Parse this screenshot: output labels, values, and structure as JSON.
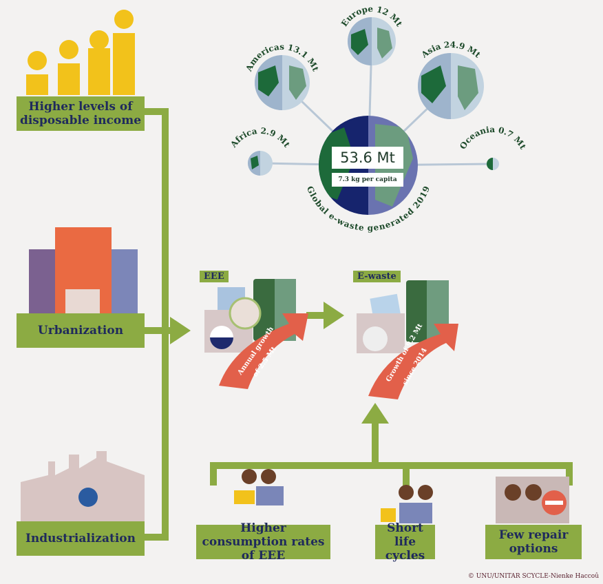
{
  "drivers": [
    {
      "label": "Higher levels of disposable income"
    },
    {
      "label": "Urbanization"
    },
    {
      "label": "Industrialization"
    }
  ],
  "globes": {
    "global": {
      "value": "53.6 Mt",
      "per_capita": "7.3 kg per capita",
      "caption": "Global e-waste generated 2019"
    },
    "regions": [
      {
        "label": "Americas 13.1 Mt"
      },
      {
        "label": "Europe 12 Mt"
      },
      {
        "label": "Asia 24.9 Mt"
      },
      {
        "label": "Africa 2.9 Mt"
      },
      {
        "label": "Oceania 0.7 Mt"
      }
    ]
  },
  "flow": {
    "eee_label": "EEE",
    "ewaste_label": "E-waste",
    "eee_growth": [
      "Annual growth",
      "of 2.5 Mt"
    ],
    "ewaste_growth": [
      "Growth of 9.2 Mt",
      "since 2014"
    ]
  },
  "causes": [
    {
      "label": "Higher consumption rates of EEE"
    },
    {
      "label": "Short life cycles"
    },
    {
      "label": "Few repair options"
    }
  ],
  "credit": "© UNU/UNITAR SCYCLE-Nienke Haccoû",
  "colors": {
    "green": "#8cab43",
    "navy": "#1f2a5c",
    "arrow_red": "#e2604a",
    "globe_dark": "#1d6a3a"
  }
}
